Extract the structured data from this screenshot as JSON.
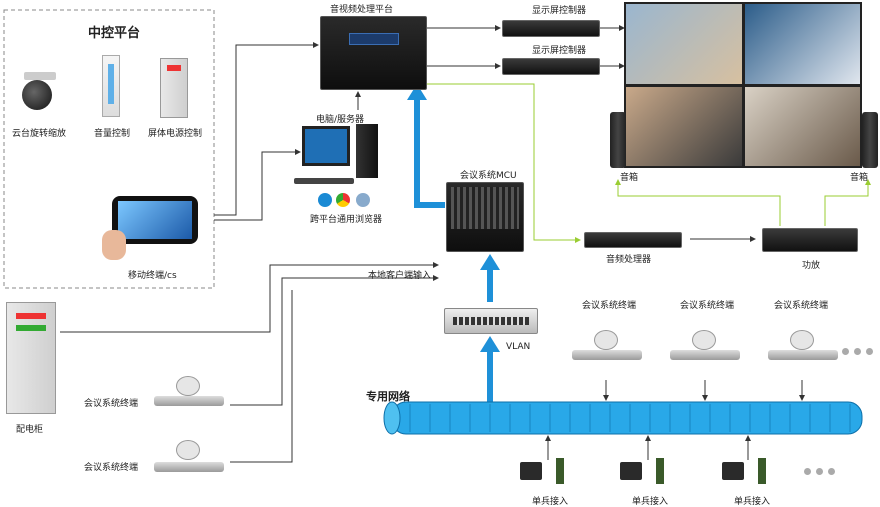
{
  "control_platform": {
    "title": "中控平台",
    "items": [
      "云台旋转缩放",
      "音量控制",
      "屏体电源控制"
    ],
    "mobile": "移动终端/cs"
  },
  "av_platform": "音视频处理平台",
  "display_controllers": [
    "显示屏控制器",
    "显示屏控制器"
  ],
  "pc": {
    "label": "电脑/服务器",
    "browser": "跨平台通用浏览器"
  },
  "mcu": "会议系统MCU",
  "local_input": "本地客户端输入",
  "audio_processor": "音频处理器",
  "amplifier": "功放",
  "speakers": [
    "音箱",
    "音箱"
  ],
  "vlan": "VLAN",
  "private_net": "专用网络",
  "distribution_cabinet": "配电柜",
  "left_terminals": [
    "会议系统终端",
    "会议系统终端"
  ],
  "right_terminals": [
    "会议系统终端",
    "会议系统终端",
    "会议系统终端"
  ],
  "soldier_access": [
    "单兵接入",
    "单兵接入",
    "单兵接入"
  ],
  "colors": {
    "wire": "#333333",
    "green_wire": "#9acd32",
    "blue_arrow": "#1e90d8",
    "pipe": "#29a8e8"
  }
}
